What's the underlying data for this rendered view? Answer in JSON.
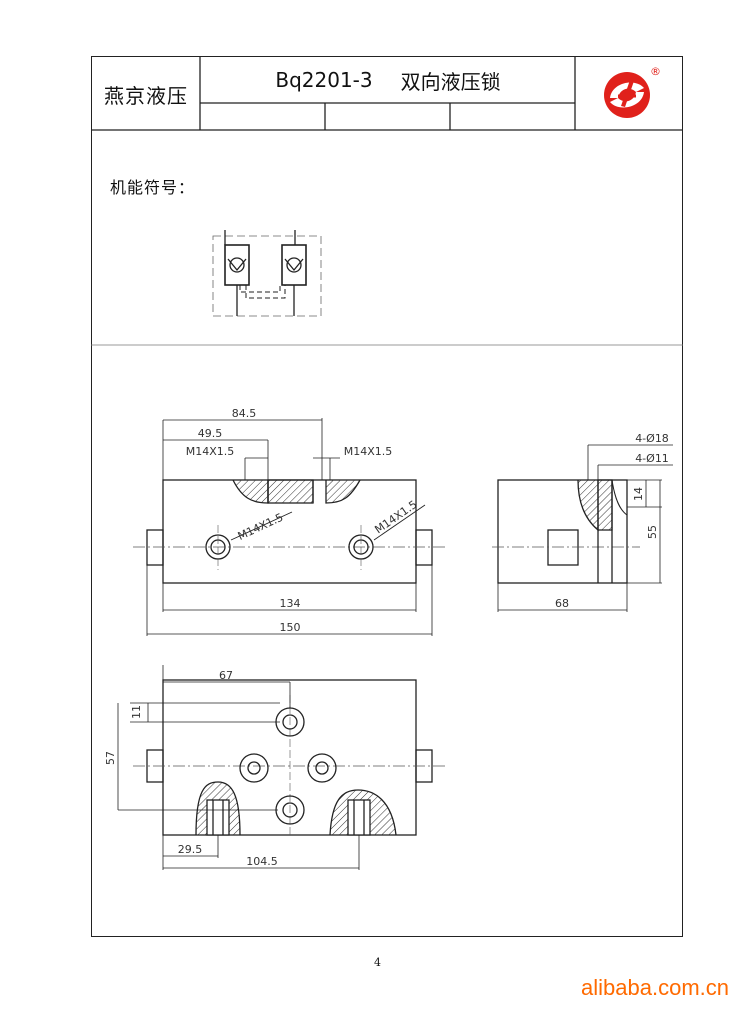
{
  "title_block": {
    "company": "燕京液压",
    "model": "Bq2201-3",
    "product_name": "双向液压锁",
    "registered_mark": "®"
  },
  "section": {
    "symbol_label": "机能符号："
  },
  "dimensions": {
    "front_view": {
      "overall_top": "84.5",
      "port_offset": "49.5",
      "thread_left": "M14X1.5",
      "thread_right": "M14X1.5",
      "hole_thread_left": "M14X1.5",
      "hole_thread_right": "M14X1.5",
      "body_length": "134",
      "overall_length": "150"
    },
    "side_view": {
      "counterbore": "4-Ø18",
      "bore": "4-Ø11",
      "depth": "14",
      "height": "55",
      "width": "68"
    },
    "bottom_view": {
      "port_distance": "67",
      "top_offset": "11",
      "height": "57",
      "mount_left": "29.5",
      "mount_span": "104.5"
    }
  },
  "footer": {
    "page_number": "4",
    "watermark": "alibaba.com.cn"
  },
  "colors": {
    "logo_red": "#e0211b",
    "watermark_orange": "#ff6a00",
    "line": "#222222"
  }
}
